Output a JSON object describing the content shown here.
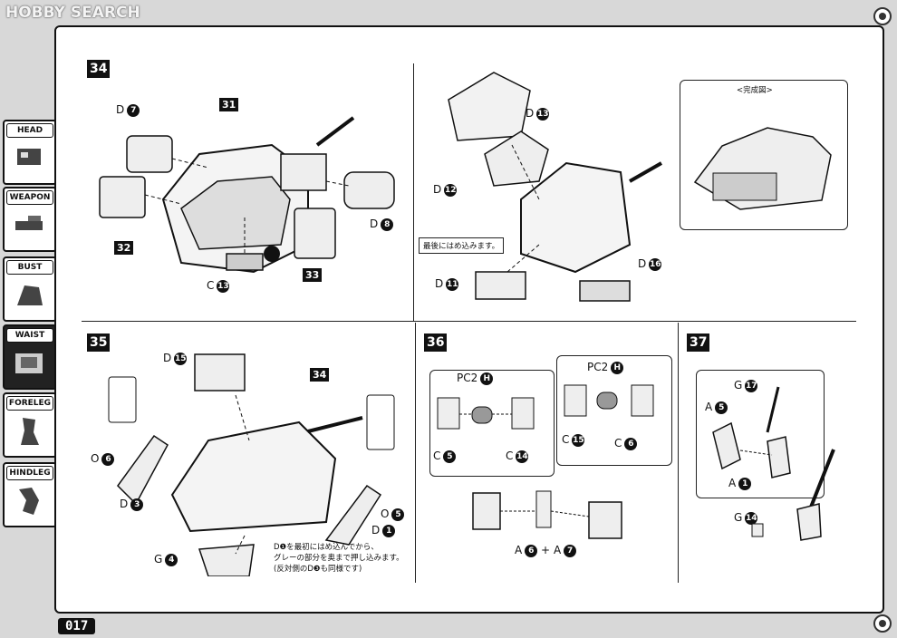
{
  "brand": {
    "logo_text": "HOBBY SEARCH"
  },
  "page_number": "017",
  "sidebar": {
    "tabs": [
      {
        "label": "HEAD",
        "active": false
      },
      {
        "label": "WEAPON",
        "active": false
      },
      {
        "label": "BUST",
        "active": false
      },
      {
        "label": "WAIST",
        "active": true
      },
      {
        "label": "FORELEG",
        "active": false
      },
      {
        "label": "HINDLEG",
        "active": false
      }
    ]
  },
  "steps": {
    "s34": {
      "number": "34",
      "labels": {
        "d7": "D",
        "d7n": "7",
        "a31": "31",
        "a32": "32",
        "a33": "33",
        "d8": "D",
        "d8n": "8",
        "c13": "C",
        "c13n": "13",
        "d13": "D",
        "d13n": "13",
        "d12": "D",
        "d12n": "12",
        "d11": "D",
        "d11n": "11",
        "d16": "D",
        "d16n": "16"
      },
      "note_last": "最後にはめ込みます。",
      "complete_label": "<完成図>"
    },
    "s35": {
      "number": "35",
      "labels": {
        "d15": "D",
        "d15n": "15",
        "a34": "34",
        "o6": "O",
        "o6n": "6",
        "d3": "D",
        "d3n": "3",
        "g4": "G",
        "g4n": "4",
        "o5": "O",
        "o5n": "5",
        "d1": "D",
        "d1n": "1"
      },
      "note": [
        "D❶を最初にはめ込んでから、",
        "グレーの部分を奥まで押し込みます。",
        "(反対側のD❸も同様です)"
      ]
    },
    "s36": {
      "number": "36",
      "labels": {
        "pc2a": "PC2",
        "ha": "H",
        "c5": "C",
        "c5n": "5",
        "c14": "C",
        "c14n": "14",
        "pc2b": "PC2",
        "hb": "H",
        "c15": "C",
        "c15n": "15",
        "c6": "C",
        "c6n": "6",
        "a6": "A",
        "a6n": "6",
        "plus": "+",
        "a7": "A",
        "a7n": "7"
      }
    },
    "s37": {
      "number": "37",
      "labels": {
        "g17": "G",
        "g17n": "17",
        "a5": "A",
        "a5n": "5",
        "a1": "A",
        "a1n": "1",
        "g14": "G",
        "g14n": "14"
      }
    }
  }
}
